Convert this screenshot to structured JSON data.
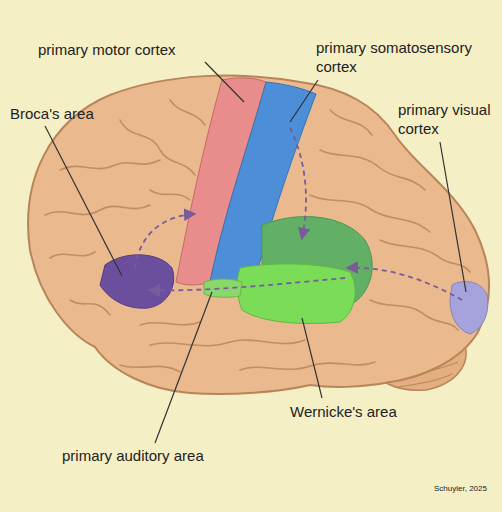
{
  "diagram": {
    "labels": [
      "primary motor cortex",
      "primary somatosensory cortex",
      "Broca's area",
      "primary visual cortex",
      "Wernicke's area",
      "primary auditory area",
      "Schuyler, 2025"
    ]
  }
}
